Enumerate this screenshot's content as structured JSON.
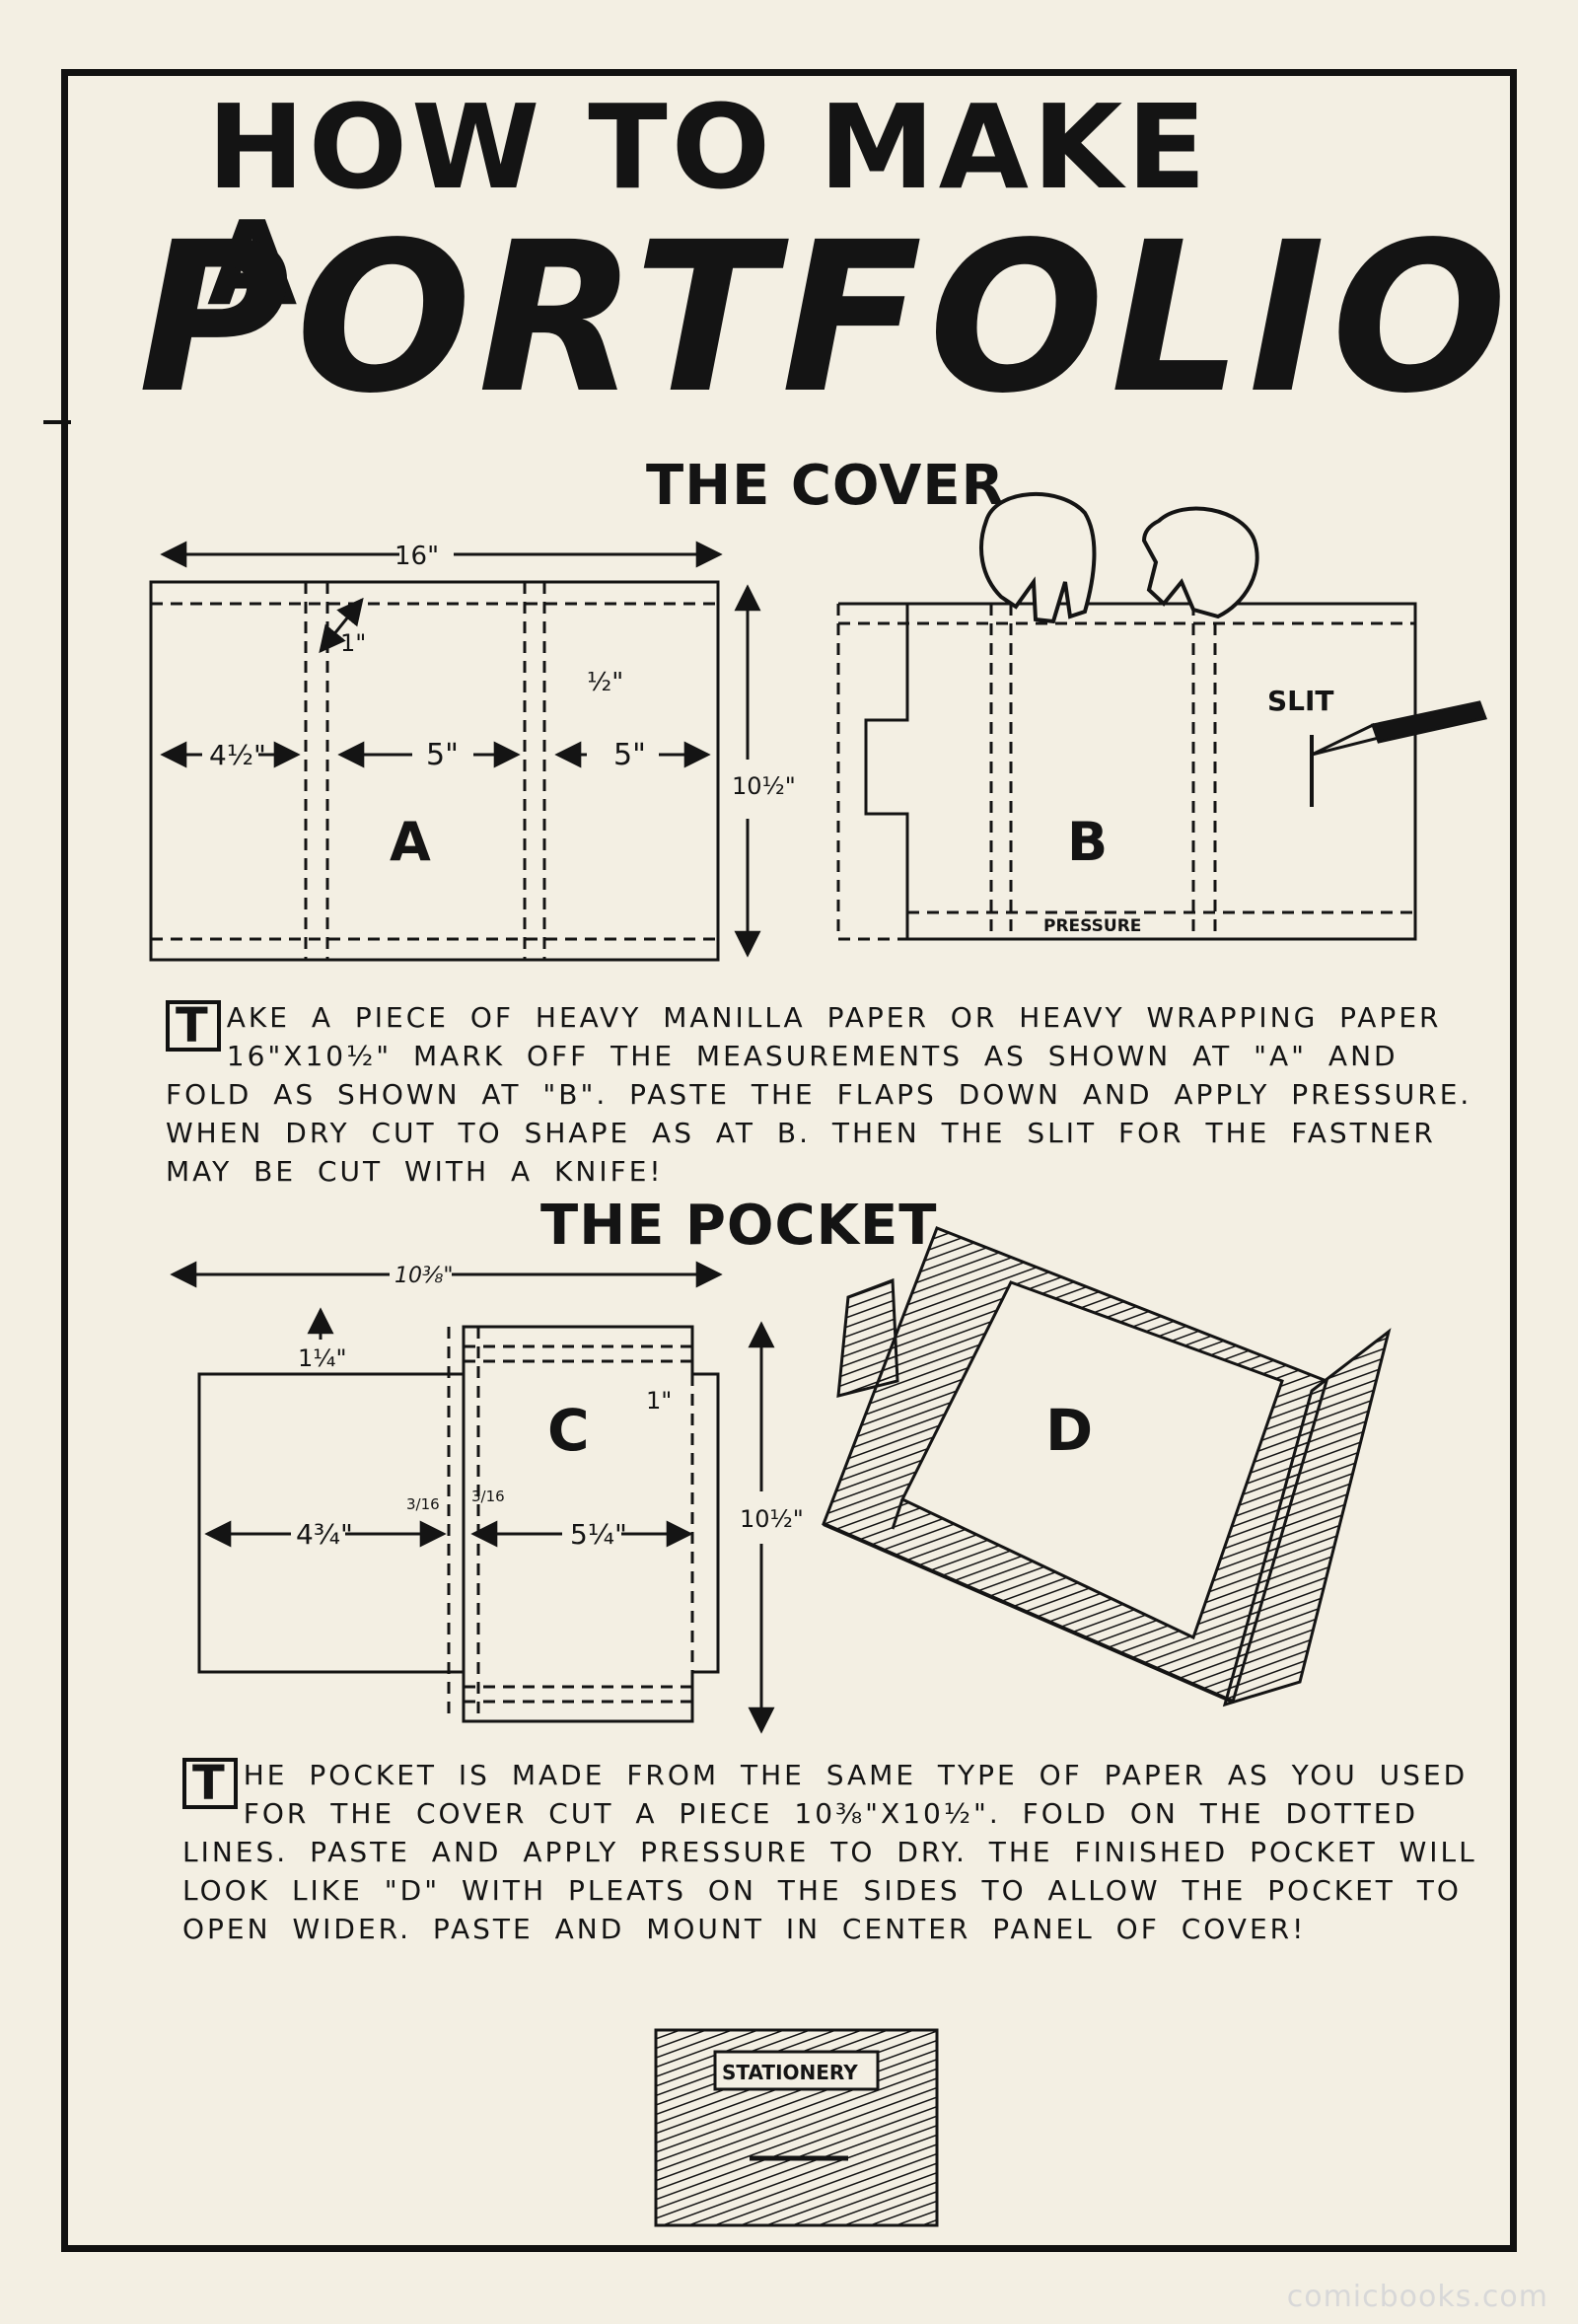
{
  "title": {
    "line1": "HOW TO MAKE A",
    "line2": "PORTFOLIO"
  },
  "cover": {
    "heading": "THE COVER",
    "diagram_a": {
      "letter": "A",
      "width_label": "16\"",
      "height_label": "10½\"",
      "dim_1": "1\"",
      "dim_half": "½\"",
      "dim_left": "4½\"",
      "dim_mid": "5\"",
      "dim_right": "5\""
    },
    "diagram_b": {
      "letter": "B",
      "slit_label": "SLIT",
      "pressure_label": "PRESSURE"
    },
    "instructions_cap": "T",
    "instructions": "AKE A PIECE OF HEAVY MANILLA PAPER OR HEAVY WRAPPING PAPER 16\"X10½\" MARK OFF THE MEASUREMENTS AS SHOWN AT \"A\" AND FOLD AS SHOWN AT \"B\". PASTE THE FLAPS DOWN AND APPLY PRESSURE. WHEN DRY CUT TO SHAPE AS AT B. THEN THE SLIT FOR THE FASTNER MAY BE CUT WITH A KNIFE!"
  },
  "pocket": {
    "heading": "THE POCKET",
    "diagram_c": {
      "letter": "C",
      "width_label": "10⅜\"",
      "height_label": "10½\"",
      "dim_top": "1¼\"",
      "dim_flap": "1\"",
      "dim_left": "4¾\"",
      "dim_right": "5¼\"",
      "dim_pleat_a": "3/16",
      "dim_pleat_b": "3/16"
    },
    "diagram_d": {
      "letter": "D"
    },
    "instructions_cap": "T",
    "instructions": "HE POCKET IS MADE FROM THE SAME TYPE OF PAPER AS YOU USED FOR THE COVER CUT A PIECE 10⅜\"X10½\". FOLD ON THE DOTTED LINES. PASTE AND APPLY PRESSURE TO DRY. THE FINISHED POCKET WILL LOOK LIKE \"D\" WITH PLEATS ON THE SIDES TO ALLOW THE POCKET TO OPEN WIDER. PASTE AND MOUNT IN CENTER PANEL OF COVER!"
  },
  "stationery_label": "STATIONERY",
  "watermark": "comicbooks.com"
}
